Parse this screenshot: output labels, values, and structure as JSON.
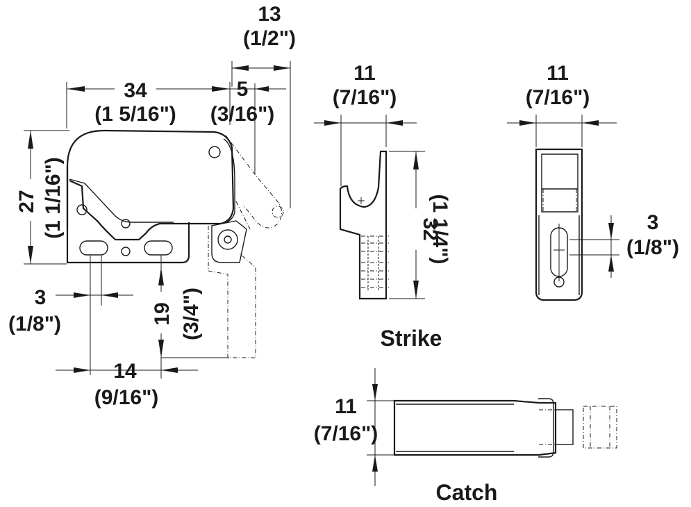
{
  "dims": {
    "main_width_mm": "34",
    "main_width_in": "(1 5/16\")",
    "main_height_mm": "27",
    "main_height_in": "(1 1/16\")",
    "offset_mm": "5",
    "offset_in": "(3/16\")",
    "overall_mm": "13",
    "overall_in": "(1/2\")",
    "hole_mm": "3",
    "hole_in": "(1/8\")",
    "hole_spacing_mm": "14",
    "hole_spacing_in": "(9/16\")",
    "depth_mm": "19",
    "depth_in": "(3/4\")",
    "strike_width_mm": "11",
    "strike_width_in": "(7/16\")",
    "strike_height_mm": "32",
    "strike_height_in": "(1 1/4\")",
    "front_width_mm": "11",
    "front_width_in": "(7/16\")",
    "slot_mm": "3",
    "slot_in": "(1/8\")",
    "catch_height_mm": "11",
    "catch_height_in": "(7/16\")"
  },
  "labels": {
    "strike": "Strike",
    "catch": "Catch"
  }
}
